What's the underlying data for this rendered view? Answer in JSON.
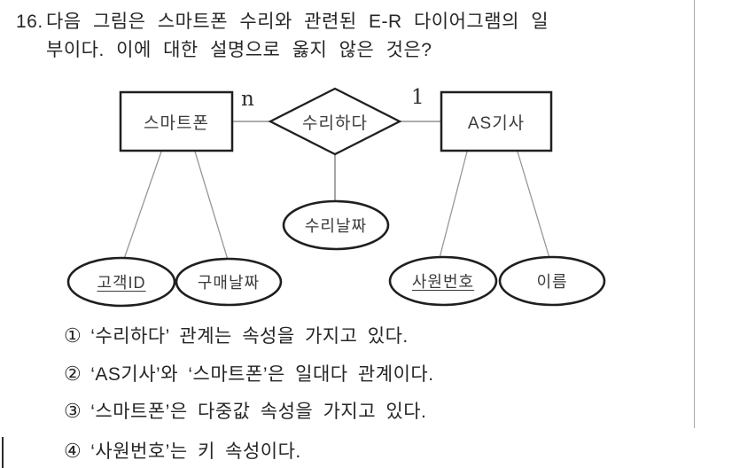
{
  "question": {
    "number": "16.",
    "line1": "다음 그림은 스마트폰 수리와 관련된 E-R 다이어그램의 일",
    "line2": "부이다. 이에 대한 설명으로 옳지 않은 것은?"
  },
  "diagram": {
    "entities": [
      {
        "label": "스마트폰"
      },
      {
        "label": "AS기사"
      }
    ],
    "relationship": {
      "label": "수리하다"
    },
    "cardinalities": {
      "smartphone_side": "n",
      "as_technician_side": "1"
    },
    "attributes": [
      {
        "label": "수리날짜",
        "key": false,
        "owner": "수리하다"
      },
      {
        "label": "고객ID",
        "key": true,
        "owner": "스마트폰"
      },
      {
        "label": "구매날짜",
        "key": false,
        "owner": "스마트폰"
      },
      {
        "label": "사원번호",
        "key": true,
        "owner": "AS기사"
      },
      {
        "label": "이름",
        "key": false,
        "owner": "AS기사"
      }
    ],
    "colors": {
      "shape_stroke": "#1f1f1f",
      "connector": "#909090",
      "text": "#3b3b3b"
    }
  },
  "options": [
    {
      "marker": "①",
      "text": "‘수리하다’ 관계는 속성을 가지고 있다."
    },
    {
      "marker": "②",
      "text": "‘AS기사’와 ‘스마트폰’은 일대다 관계이다."
    },
    {
      "marker": "③",
      "text": "‘스마트폰’은 다중값 속성을 가지고 있다."
    },
    {
      "marker": "④",
      "text": "‘사원번호’는 키 속성이다."
    }
  ]
}
